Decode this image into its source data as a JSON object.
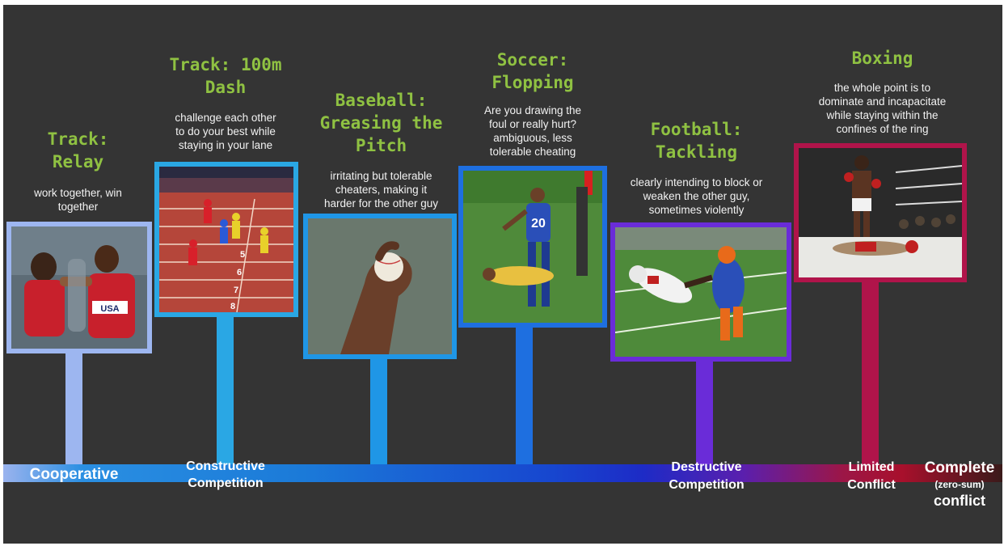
{
  "cards": [
    {
      "title": "Track:\nRelay",
      "description": "work together, win\ntogether",
      "frame_color": "#9db6f0"
    },
    {
      "title": "Track: 100m\nDash",
      "description": "challenge each other\nto do your best while\nstaying in your lane",
      "frame_color": "#2aa7e4"
    },
    {
      "title": "Baseball:\nGreasing the\nPitch",
      "description": "irritating but tolerable\ncheaters, making it\nharder for the other guy",
      "frame_color": "#1f96e6"
    },
    {
      "title": "Soccer:\nFlopping",
      "description": "Are you drawing the\nfoul or really hurt?\nambiguous, less\ntolerable cheating",
      "frame_color": "#1e6fe0"
    },
    {
      "title": "Football:\nTackling",
      "description": "clearly intending to block or\nweaken the other guy,\nsometimes violently",
      "frame_color": "#6a2cd8"
    },
    {
      "title": "Boxing",
      "description": "the whole point is to\ndominate and incapacitate\nwhile staying within the\nconfines of the ring",
      "frame_color": "#b0144a"
    }
  ],
  "photo_labels": {
    "relay_bib": "USA",
    "soccer_number": "20"
  },
  "axis": {
    "cooperative": "Cooperative",
    "constructive": "Constructive\nCompetition",
    "destructive": "Destructive\nCompetition",
    "limited": "Limited\nConflict",
    "complete_main": "Complete",
    "complete_note": "(zero-sum)",
    "complete_end": "conflict"
  }
}
